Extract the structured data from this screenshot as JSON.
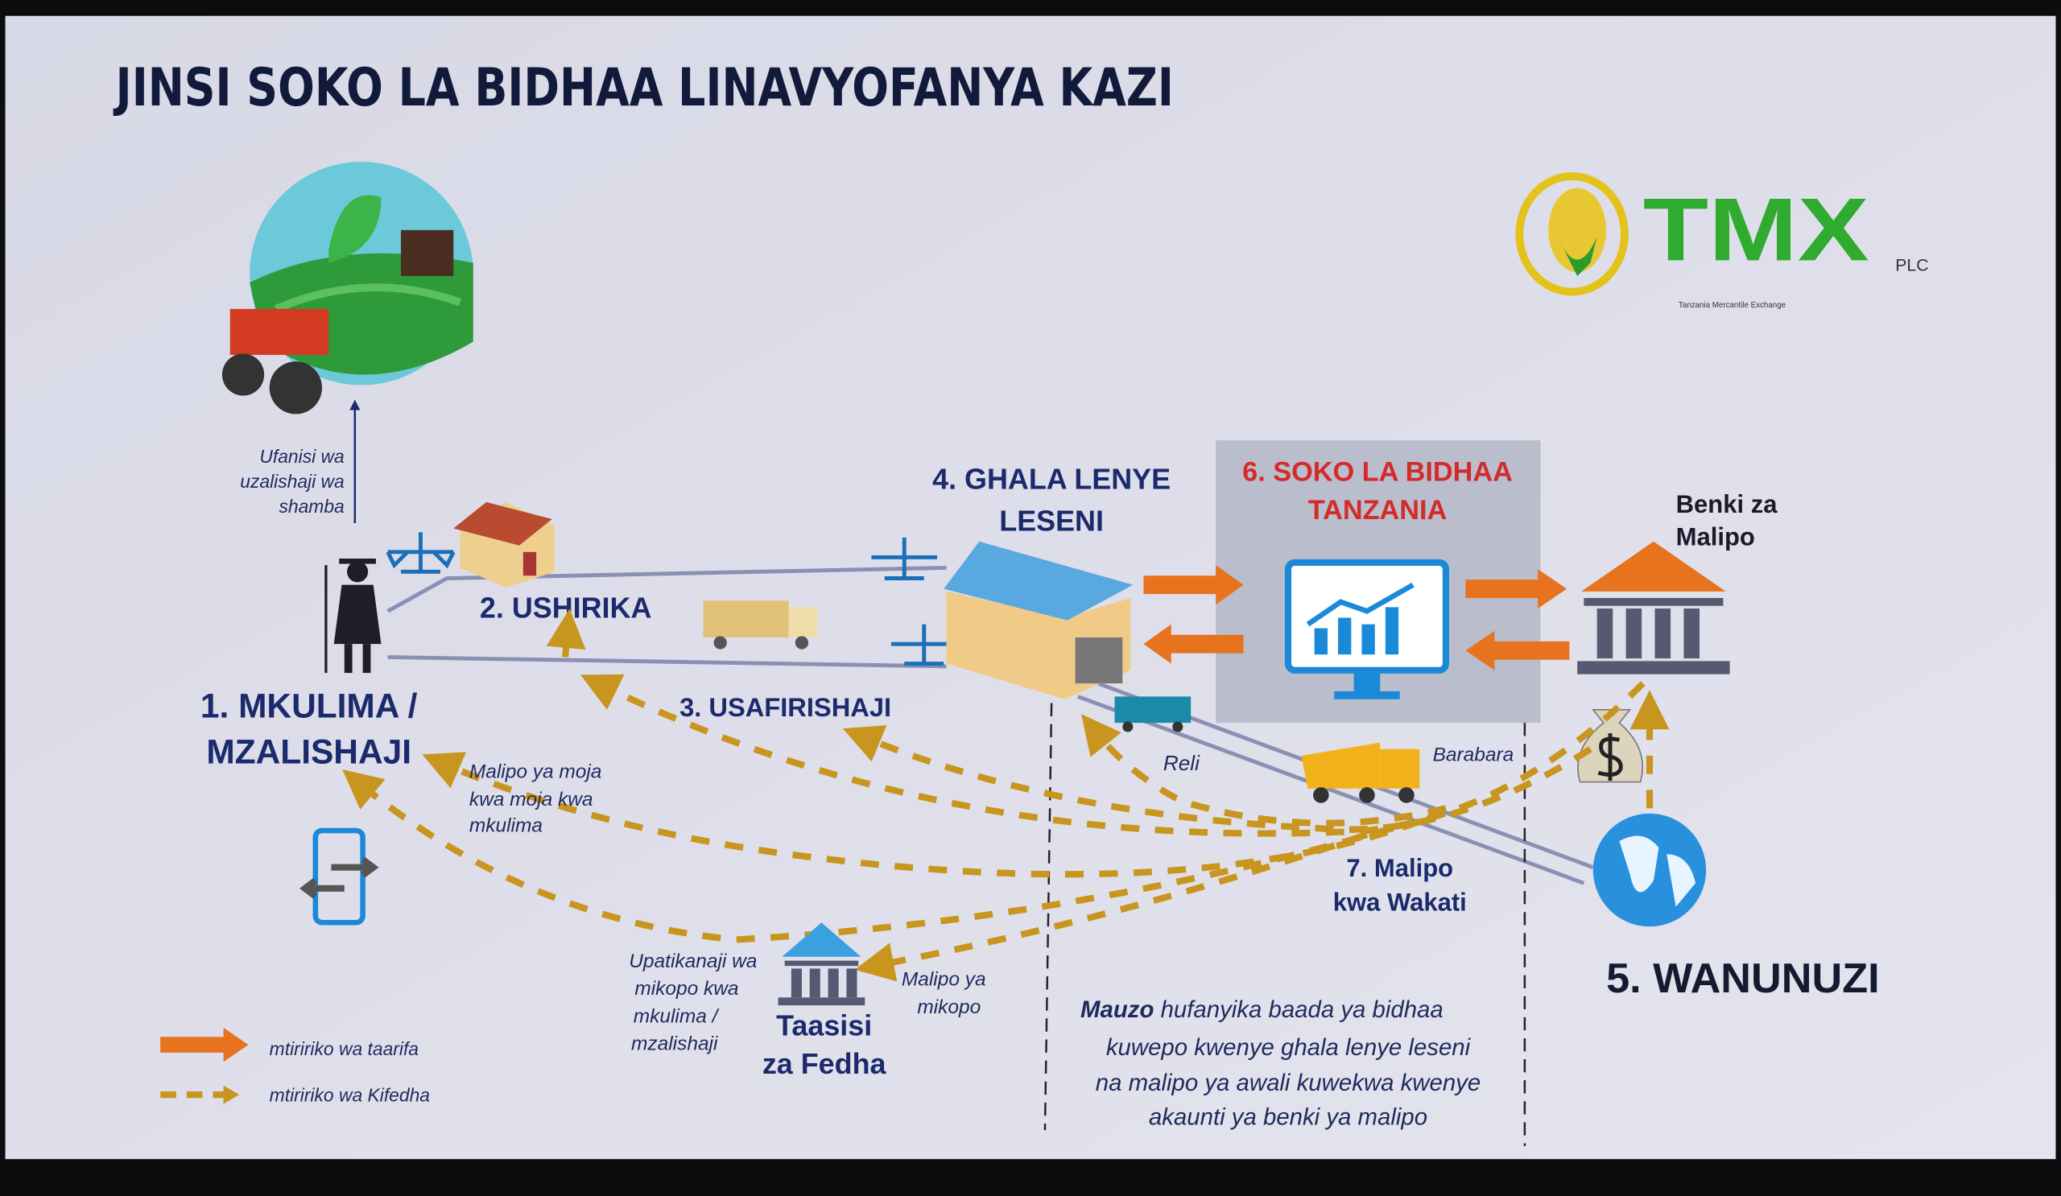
{
  "title": "JINSI SOKO LA BIDHAA LINAVYOFANYA KAZI",
  "logo": {
    "name": "TMX",
    "suffix": "PLC",
    "tagline": "Tanzania Mercantile Exchange"
  },
  "colors": {
    "navy": "#1a2a6c",
    "orange": "#e8731e",
    "gold": "#c8961e",
    "red": "#d42a2a",
    "panel": "#b9bdcc"
  },
  "farm_note": [
    "Ufanisi wa",
    "uzalishaji wa",
    "shamba"
  ],
  "nodes": {
    "mkulima": [
      "1. MKULIMA /",
      "MZALISHAJI"
    ],
    "ushirika": "2. USHIRIKA",
    "usafirishaji": "3. USAFIRISHAJI",
    "ghala": [
      "4. GHALA LENYE",
      "LESENI"
    ],
    "wanunuzi": "5. WANUNUZI",
    "soko": [
      "6. SOKO LA BIDHAA",
      "TANZANIA"
    ],
    "malipo_wakati": [
      "7. Malipo",
      "kwa Wakati"
    ],
    "benki": [
      "Benki za",
      "Malipo"
    ],
    "taasisi": [
      "Taasisi",
      "za Fedha"
    ]
  },
  "transport": {
    "rail": "Reli",
    "road": "Barabara"
  },
  "notes": {
    "direct_payment": [
      "Malipo ya moja",
      "kwa moja kwa",
      "mkulima"
    ],
    "loans_access": [
      "Upatikanaji wa",
      "mikopo kwa",
      "mkulima /",
      "mzalishaji"
    ],
    "loan_payment": [
      "Malipo ya",
      "mikopo"
    ]
  },
  "footer_note": {
    "bold": "Mauzo",
    "lines": [
      " hufanyika baada ya bidhaa",
      "kuwepo kwenye ghala lenye leseni",
      "na malipo ya awali kuwekwa kwenye",
      "akaunti ya benki ya malipo"
    ]
  },
  "legend": [
    {
      "label": "mtiririko wa taarifa",
      "style": "solid-orange-arrow"
    },
    {
      "label": "mtiririko wa Kifedha",
      "style": "dashed-gold-arrow"
    }
  ]
}
